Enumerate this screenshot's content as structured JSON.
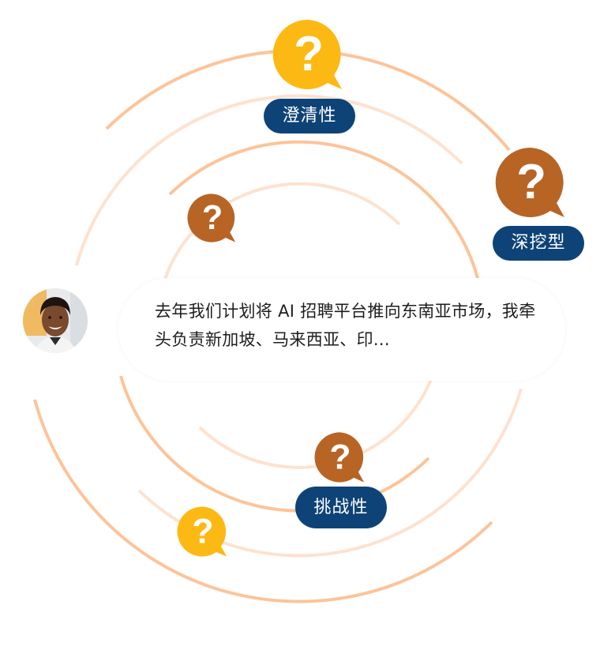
{
  "colors": {
    "yellow_bubble": "#fdb913",
    "brown_bubble": "#b86425",
    "pill_bg": "#0d4377",
    "arc_strong": "#fcc49a",
    "arc_light": "#fde2cf"
  },
  "center_card": {
    "avatar_alt": "smiling young man",
    "quote": "去年我们计划将 AI 招聘平台推向东南亚市场，我牵头负责新加坡、马来西亚、印..."
  },
  "bubbles": [
    {
      "id": "top",
      "color": "yellow",
      "icon": "question-mark-icon",
      "label": "澄清性"
    },
    {
      "id": "right",
      "color": "brown",
      "icon": "question-mark-icon",
      "label": "深挖型"
    },
    {
      "id": "inner-left",
      "color": "brown",
      "icon": "question-mark-icon",
      "label": ""
    },
    {
      "id": "bottom",
      "color": "brown",
      "icon": "question-mark-icon",
      "label": "挑战性"
    },
    {
      "id": "bottom-left",
      "color": "yellow",
      "icon": "question-mark-icon",
      "label": ""
    }
  ]
}
